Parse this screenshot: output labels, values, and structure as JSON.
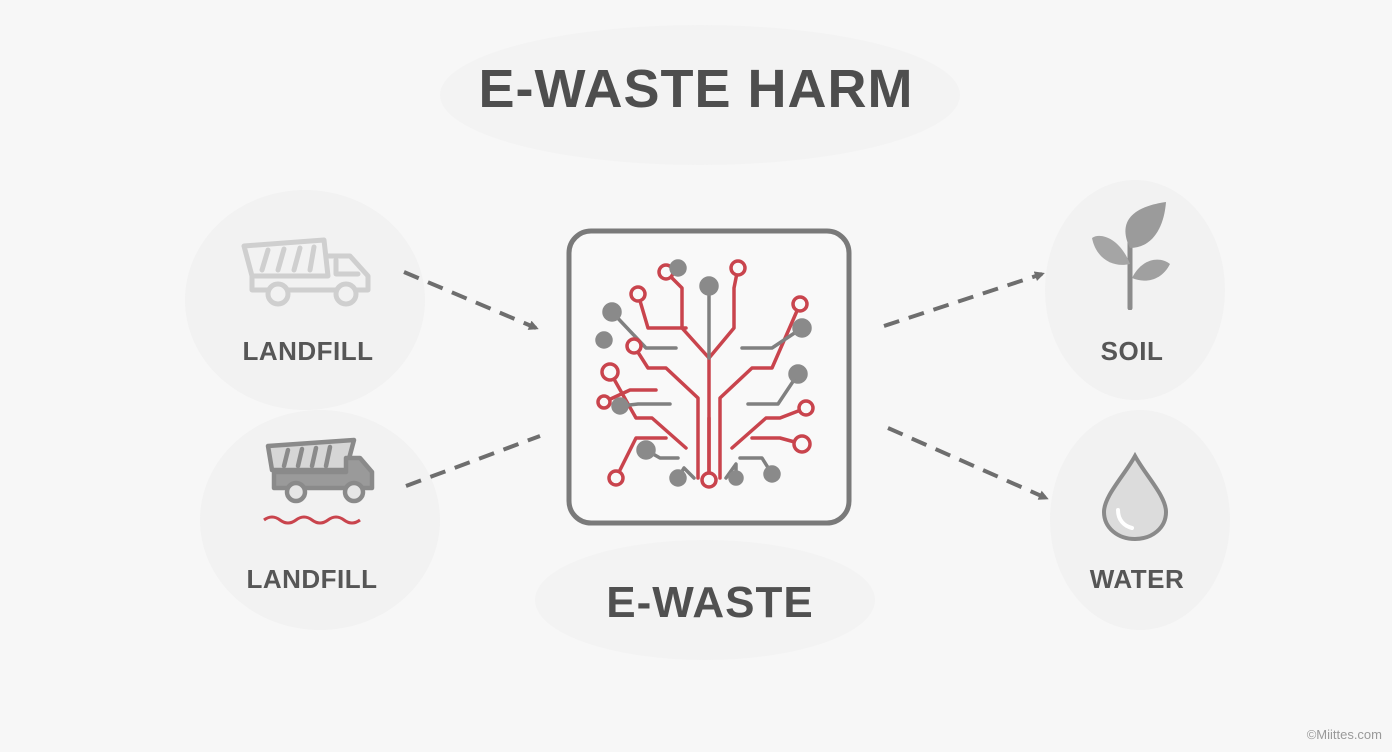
{
  "title": "E-WASTE HARM",
  "center": {
    "label": "E-WASTE",
    "icon": "circuit-board-icon"
  },
  "sources": [
    {
      "label": "LANDFILL",
      "icon": "dump-truck-icon"
    },
    {
      "label": "LANDFILL",
      "icon": "dump-truck-wavy-icon"
    }
  ],
  "impacts": [
    {
      "label": "SOIL",
      "icon": "plant-sprout-icon"
    },
    {
      "label": "WATER",
      "icon": "water-drop-icon"
    }
  ],
  "watermark": "©Miittes.com",
  "colors": {
    "accent_red": "#c9444d",
    "gray": "#7a7a7a",
    "text": "#4e4e4e"
  }
}
